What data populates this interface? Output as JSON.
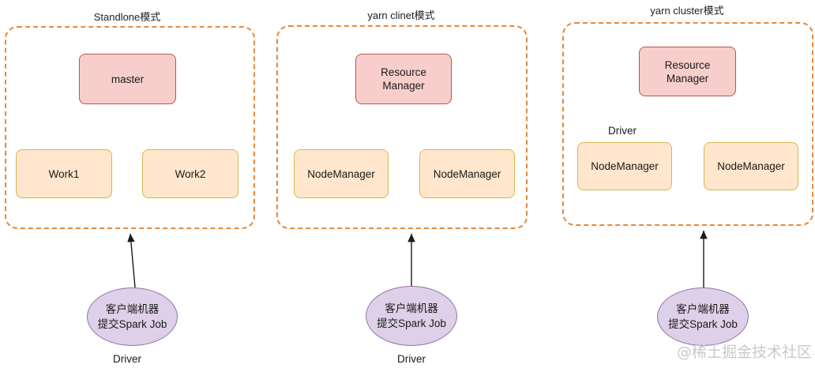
{
  "diagram": {
    "title_text_style_note": "",
    "colors": {
      "panel_border": "#e8883a",
      "master_fill": "#f8cecc",
      "master_border": "#b85450",
      "worker_fill": "#ffe6cc",
      "worker_border": "#d6b656",
      "ellipse_fill": "#ddd0e8",
      "ellipse_border": "#9673a6",
      "arrow": "#1a1a1a",
      "watermark": "#c9c9cc"
    },
    "panels": [
      {
        "title": "Standlone模式",
        "master": {
          "label": "master"
        },
        "workers": [
          {
            "label": "Work1"
          },
          {
            "label": "Work2"
          }
        ],
        "inner_label": null
      },
      {
        "title": "yarn clinet模式",
        "master": {
          "label": "Resource\nManager"
        },
        "workers": [
          {
            "label": "NodeManager"
          },
          {
            "label": "NodeManager"
          }
        ],
        "inner_label": null
      },
      {
        "title": "yarn cluster模式",
        "master": {
          "label": "Resource\nManager"
        },
        "workers": [
          {
            "label": "NodeManager"
          },
          {
            "label": "NodeManager"
          }
        ],
        "inner_label": "Driver"
      }
    ],
    "clients": [
      {
        "line1": "客户端机器",
        "line2": "提交Spark Job",
        "caption": "Driver"
      },
      {
        "line1": "客户端机器",
        "line2": "提交Spark Job",
        "caption": "Driver"
      },
      {
        "line1": "客户端机器",
        "line2": "提交Spark Job",
        "caption": ""
      }
    ],
    "watermark": "@稀土掘金技术社区"
  }
}
